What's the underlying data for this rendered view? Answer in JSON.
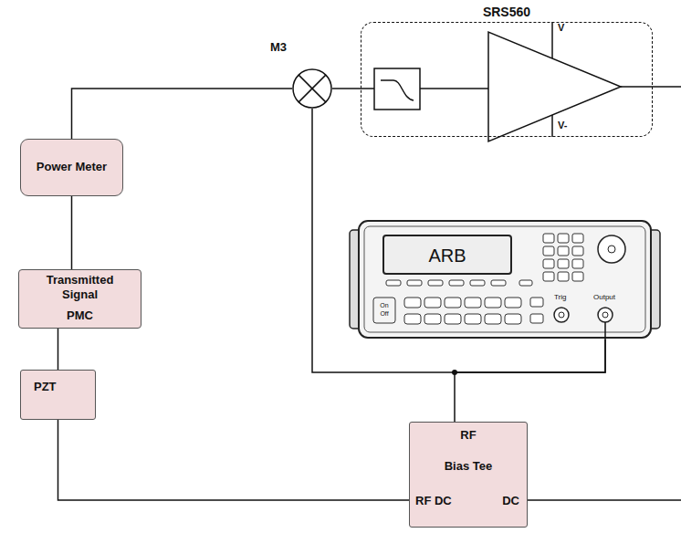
{
  "diagram": {
    "nodes": [
      {
        "text": [
          "SRS560"
        ]
      },
      {
        "text": [
          "M3"
        ]
      },
      {
        "text": [
          "Power Meter"
        ]
      },
      {
        "text": [
          "Transmitted Signal",
          "PMC"
        ]
      },
      {
        "text": [
          "PZT"
        ]
      },
      {
        "text": [
          "RF",
          "Bias Tee",
          "RF DC",
          "DC"
        ]
      },
      {
        "text": [
          "ARB",
          "Trig",
          "Output",
          "On Off"
        ]
      }
    ],
    "edges": [
      {
        "from": 2,
        "to": 1,
        "arrow": "none"
      },
      {
        "from": 3,
        "to": 2,
        "arrow": "none"
      },
      {
        "from": 4,
        "to": 3,
        "arrow": "none"
      },
      {
        "from": 1,
        "to": 0,
        "arrow": "none"
      },
      {
        "from": 5,
        "to": 4,
        "arrow": "none"
      },
      {
        "from": 6,
        "to": 1,
        "arrow": "none"
      },
      {
        "from": 6,
        "to": 5,
        "arrow": "none"
      }
    ],
    "labels": [
      "V",
      "V-"
    ]
  }
}
